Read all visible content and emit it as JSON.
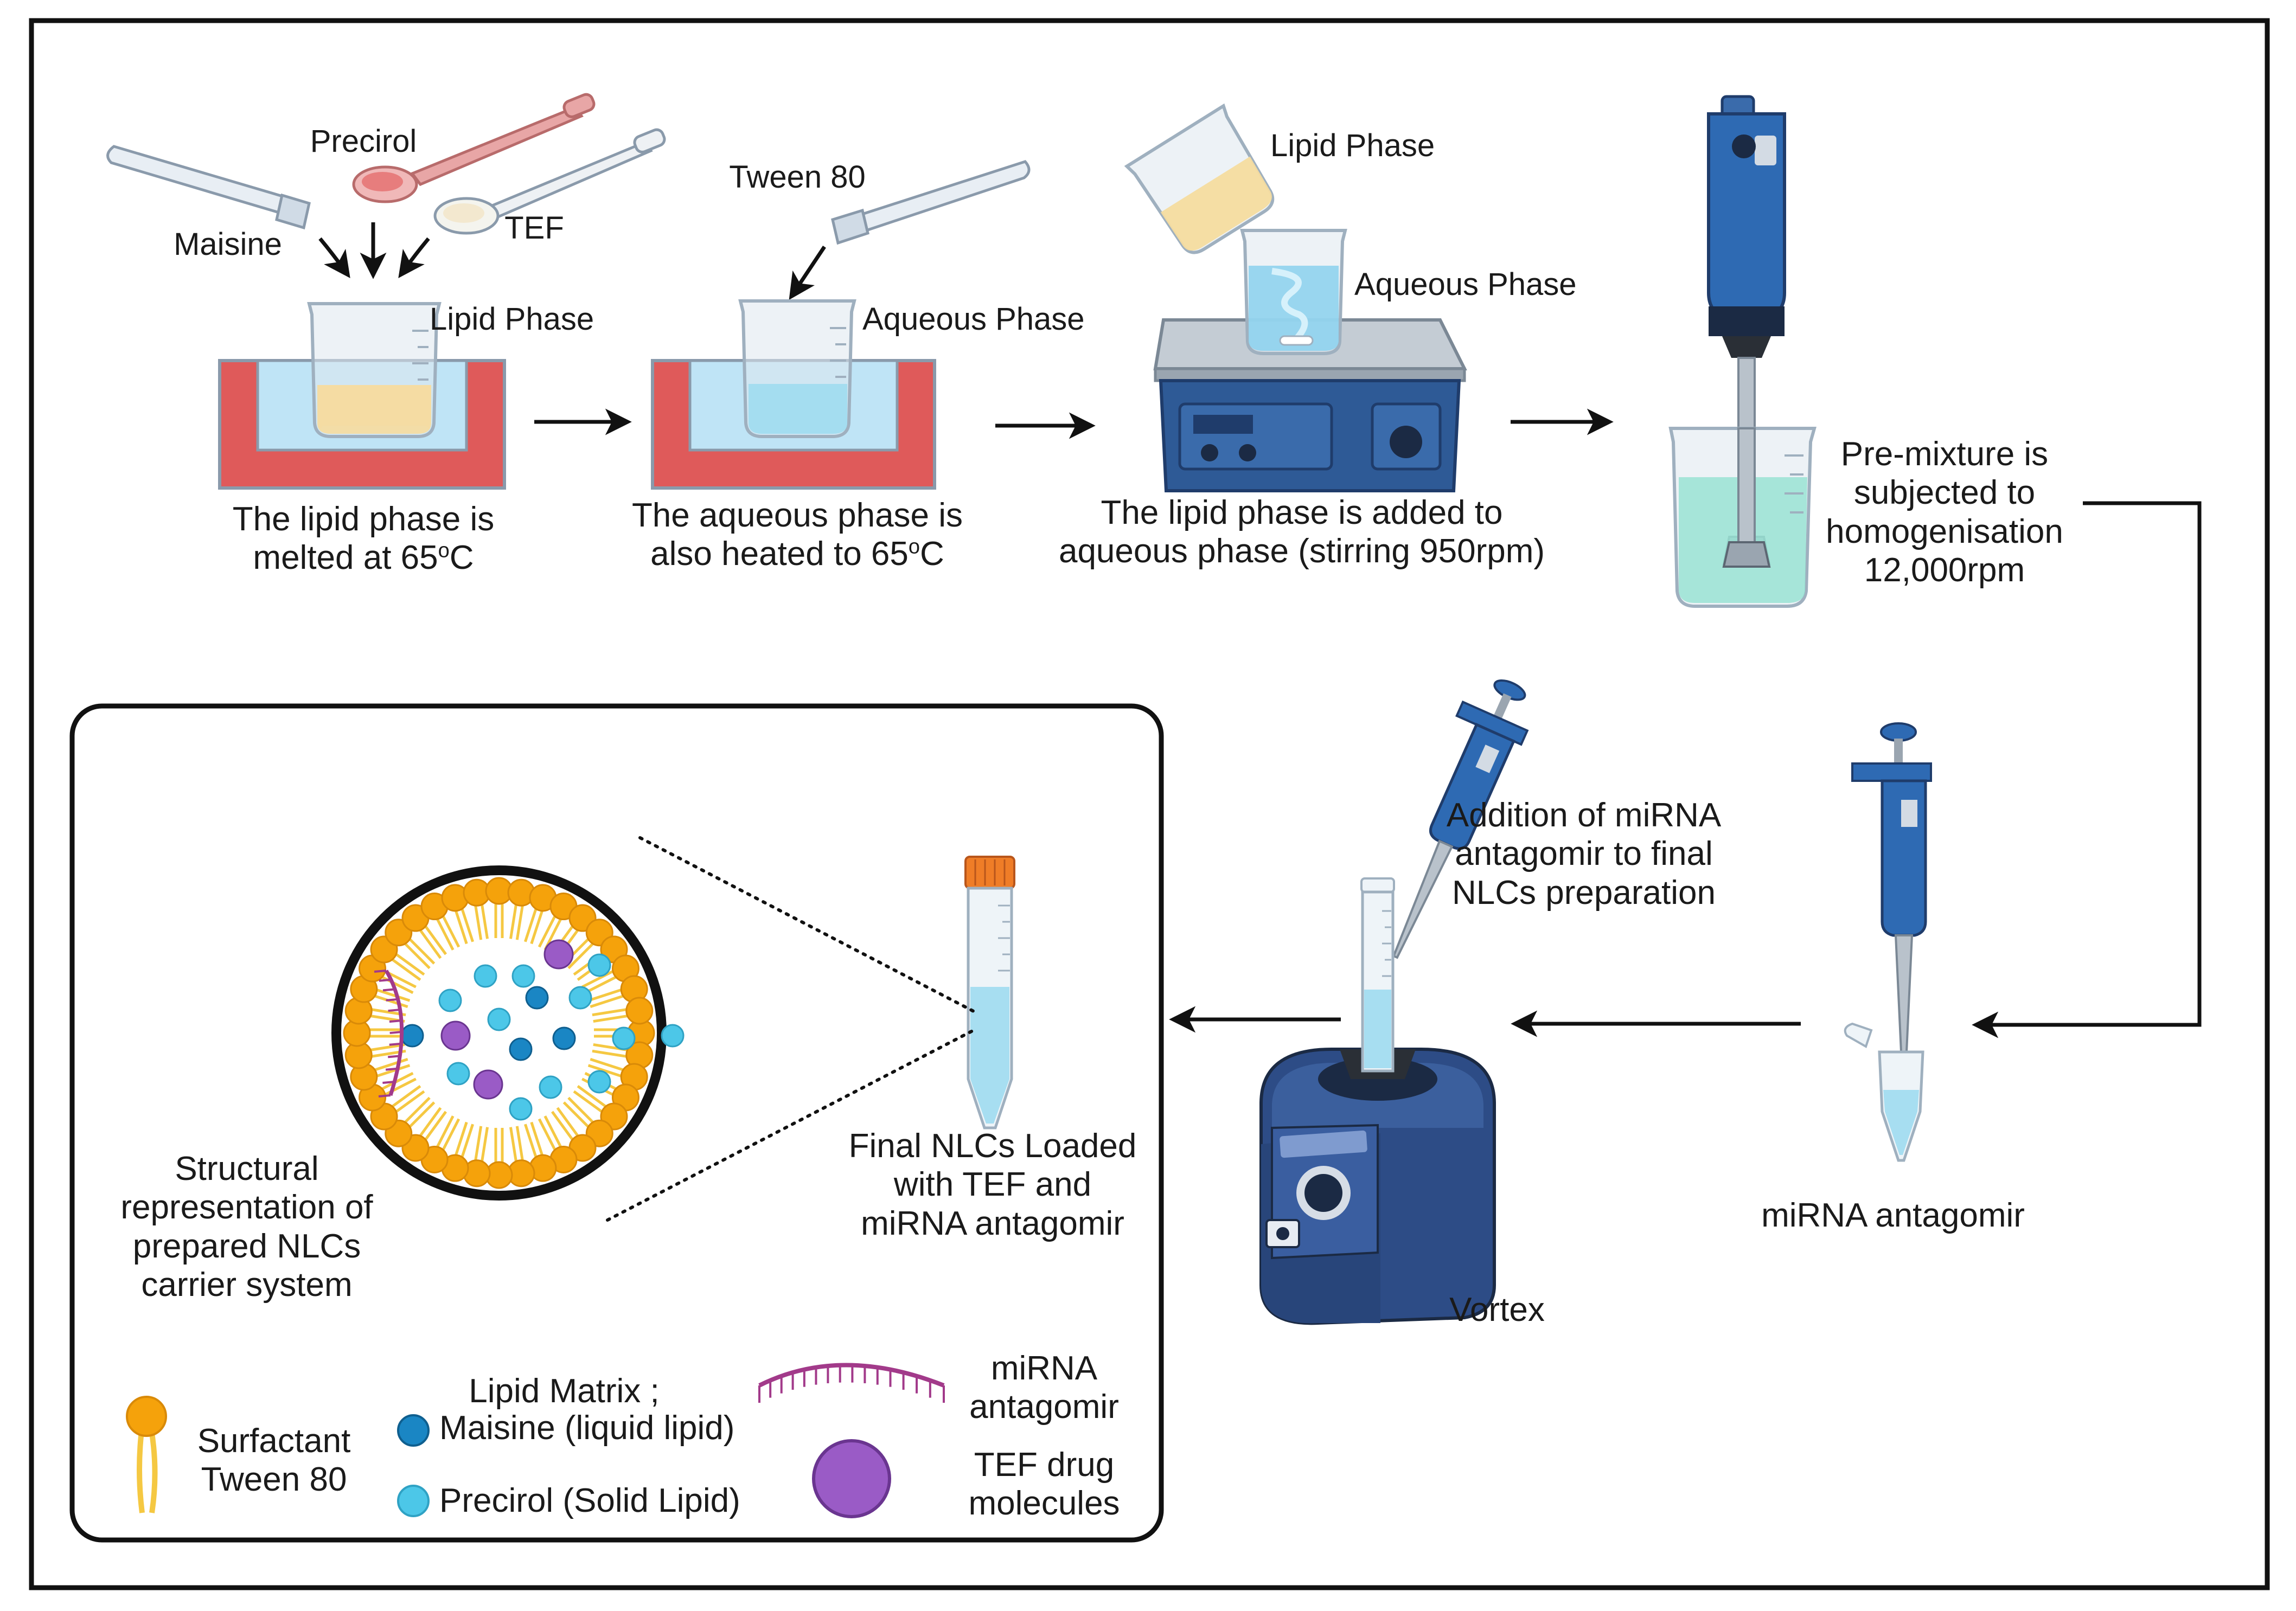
{
  "colors": {
    "frame": "#111111",
    "heater": "#df5a5a",
    "water_bath": "#bfe4f6",
    "lipid_liquid": "#f6dc9f",
    "aqueous_liquid": "#9fdcf0",
    "device_blue": "#2e5a96",
    "device_dark": "#1f3c6b",
    "homogeniser_blue": "#2e6ab3",
    "surfactant_head": "#f5a20b",
    "surfactant_tail": "#f5c842",
    "maisine_dot": "#1a86c4",
    "precirol_dot": "#4cc7e8",
    "mirna": "#a23a8a",
    "tef_drug": "#9a5bc6",
    "tube_cap": "#ef7d27",
    "spoon_pink": "#e49a9a",
    "arrow": "#111111"
  },
  "icons": [
    "beaker-icon",
    "spatula-icon",
    "spoon-icon",
    "hot-plate-stirrer-icon",
    "homogeniser-icon",
    "pipette-icon",
    "vortex-mixer-icon",
    "falcon-tube-icon",
    "microtube-icon",
    "nlc-particle-icon"
  ],
  "step1": {
    "ingredient_maisine": "Maisine",
    "ingredient_precirol": "Precirol",
    "ingredient_tef": "TEF",
    "beaker_label": "Lipid Phase",
    "caption_line1": "The lipid phase is",
    "caption_line2": "melted at 65",
    "caption_deg": "o",
    "caption_unit": "C"
  },
  "step2": {
    "ingredient_tween": "Tween 80",
    "beaker_label": "Aqueous Phase",
    "caption_line1": "The aqueous phase is",
    "caption_line2": "also heated to 65",
    "caption_deg": "o",
    "caption_unit": "C"
  },
  "step3": {
    "pour_label": "Lipid Phase",
    "beaker_label": "Aqueous Phase",
    "caption_line1": "The lipid phase is added to",
    "caption_line2": "aqueous phase (stirring 950rpm)"
  },
  "step4": {
    "caption_line1": "Pre-mixture is",
    "caption_line2": "subjected to",
    "caption_line3": "homogenisation",
    "caption_line4": "12,000rpm"
  },
  "step5": {
    "caption": "miRNA antagomir"
  },
  "step6": {
    "addition_line1": "Addition of miRNA",
    "addition_line2": "antagomir to final",
    "addition_line3": "NLCs preparation",
    "device_label": "Vortex"
  },
  "step7": {
    "caption_line1": "Final NLCs Loaded",
    "caption_line2": "with TEF and",
    "caption_line3": "miRNA antagomir"
  },
  "structure": {
    "caption_line1": "Structural",
    "caption_line2": "representation of",
    "caption_line3": "prepared NLCs",
    "caption_line4": "carrier system"
  },
  "legend": {
    "surfactant_line1": "Surfactant",
    "surfactant_line2": "Tween 80",
    "matrix_line1": "Lipid Matrix ;",
    "maisine": "Maisine (liquid lipid)",
    "precirol": "Precirol (Solid Lipid)",
    "mirna_line1": "miRNA",
    "mirna_line2": "antagomir",
    "tef_line1": "TEF drug",
    "tef_line2": "molecules"
  }
}
